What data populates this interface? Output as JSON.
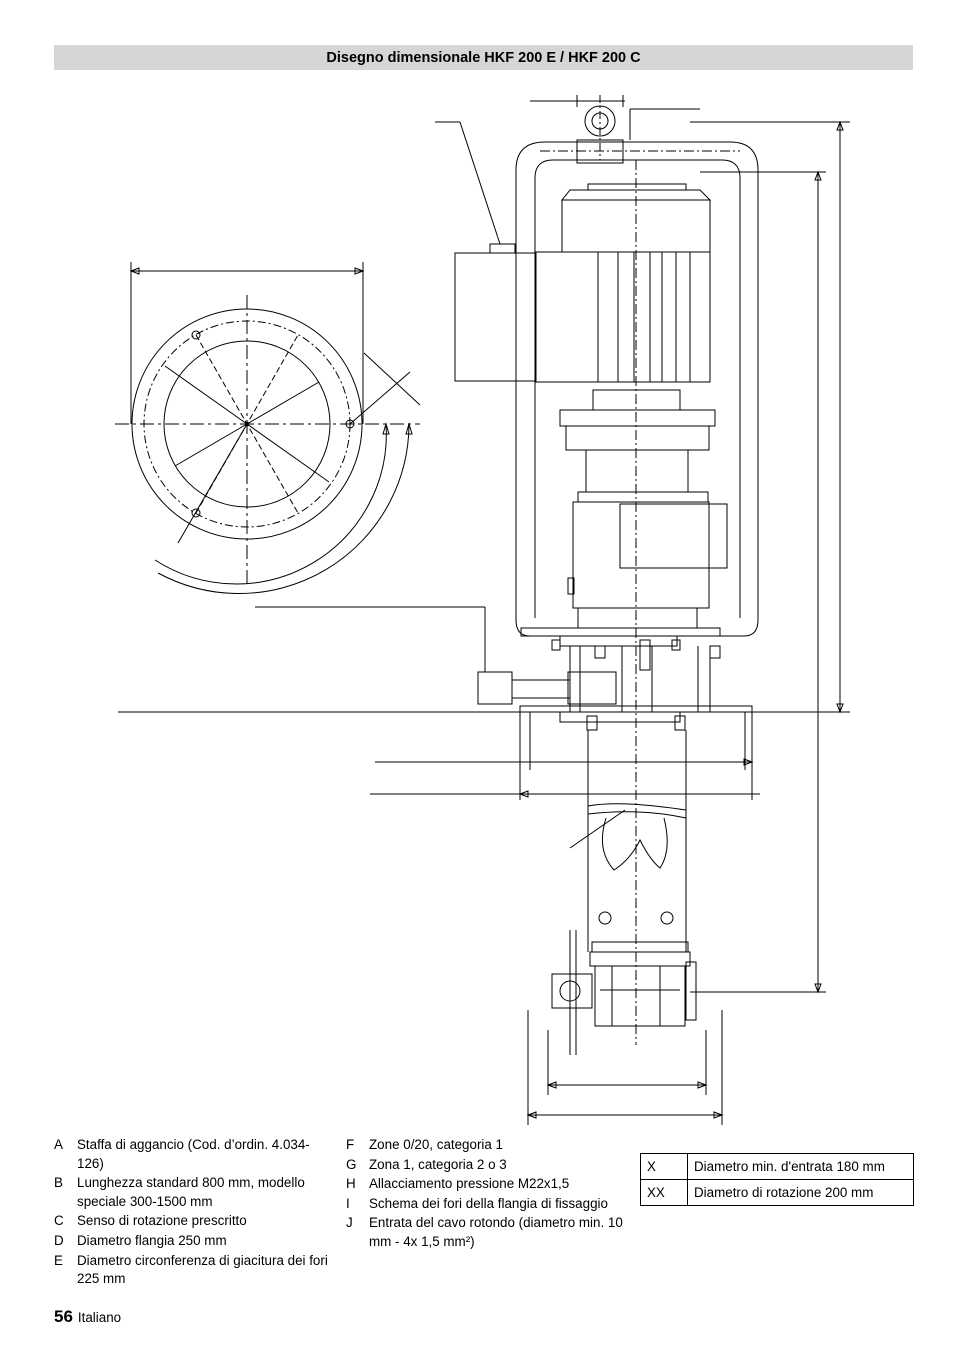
{
  "title": "Disegno dimensionale HKF 200 E / HKF 200 C",
  "legend_left": [
    {
      "key": "A",
      "text": "Staffa di aggancio (Cod. d’ordin. 4.034-126)"
    },
    {
      "key": "B",
      "text": "Lunghezza standard 800 mm, modello speciale 300-1500 mm"
    },
    {
      "key": "C",
      "text": "Senso di rotazione prescritto"
    },
    {
      "key": "D",
      "text": "Diametro flangia 250 mm"
    },
    {
      "key": "E",
      "text": "Diametro circonferenza di giacitura dei fori 225 mm"
    }
  ],
  "legend_middle": [
    {
      "key": "F",
      "text": "Zone 0/20, categoria 1"
    },
    {
      "key": "G",
      "text": "Zona 1, categoria 2 o 3"
    },
    {
      "key": "H",
      "text": "Allacciamento pressione M22x1,5"
    },
    {
      "key": "I",
      "text": "Schema dei fori della flangia di fissaggio"
    },
    {
      "key": "J",
      "text": "Entrata del cavo rotondo (diametro min. 10 mm - 4x 1,5 mm²)"
    }
  ],
  "table": [
    {
      "key": "X",
      "text": "Diametro min. d'entrata 180 mm"
    },
    {
      "key": "XX",
      "text": "Diametro di rotazione 200 mm"
    }
  ],
  "footer": {
    "page_number": "56",
    "language": "Italiano"
  }
}
